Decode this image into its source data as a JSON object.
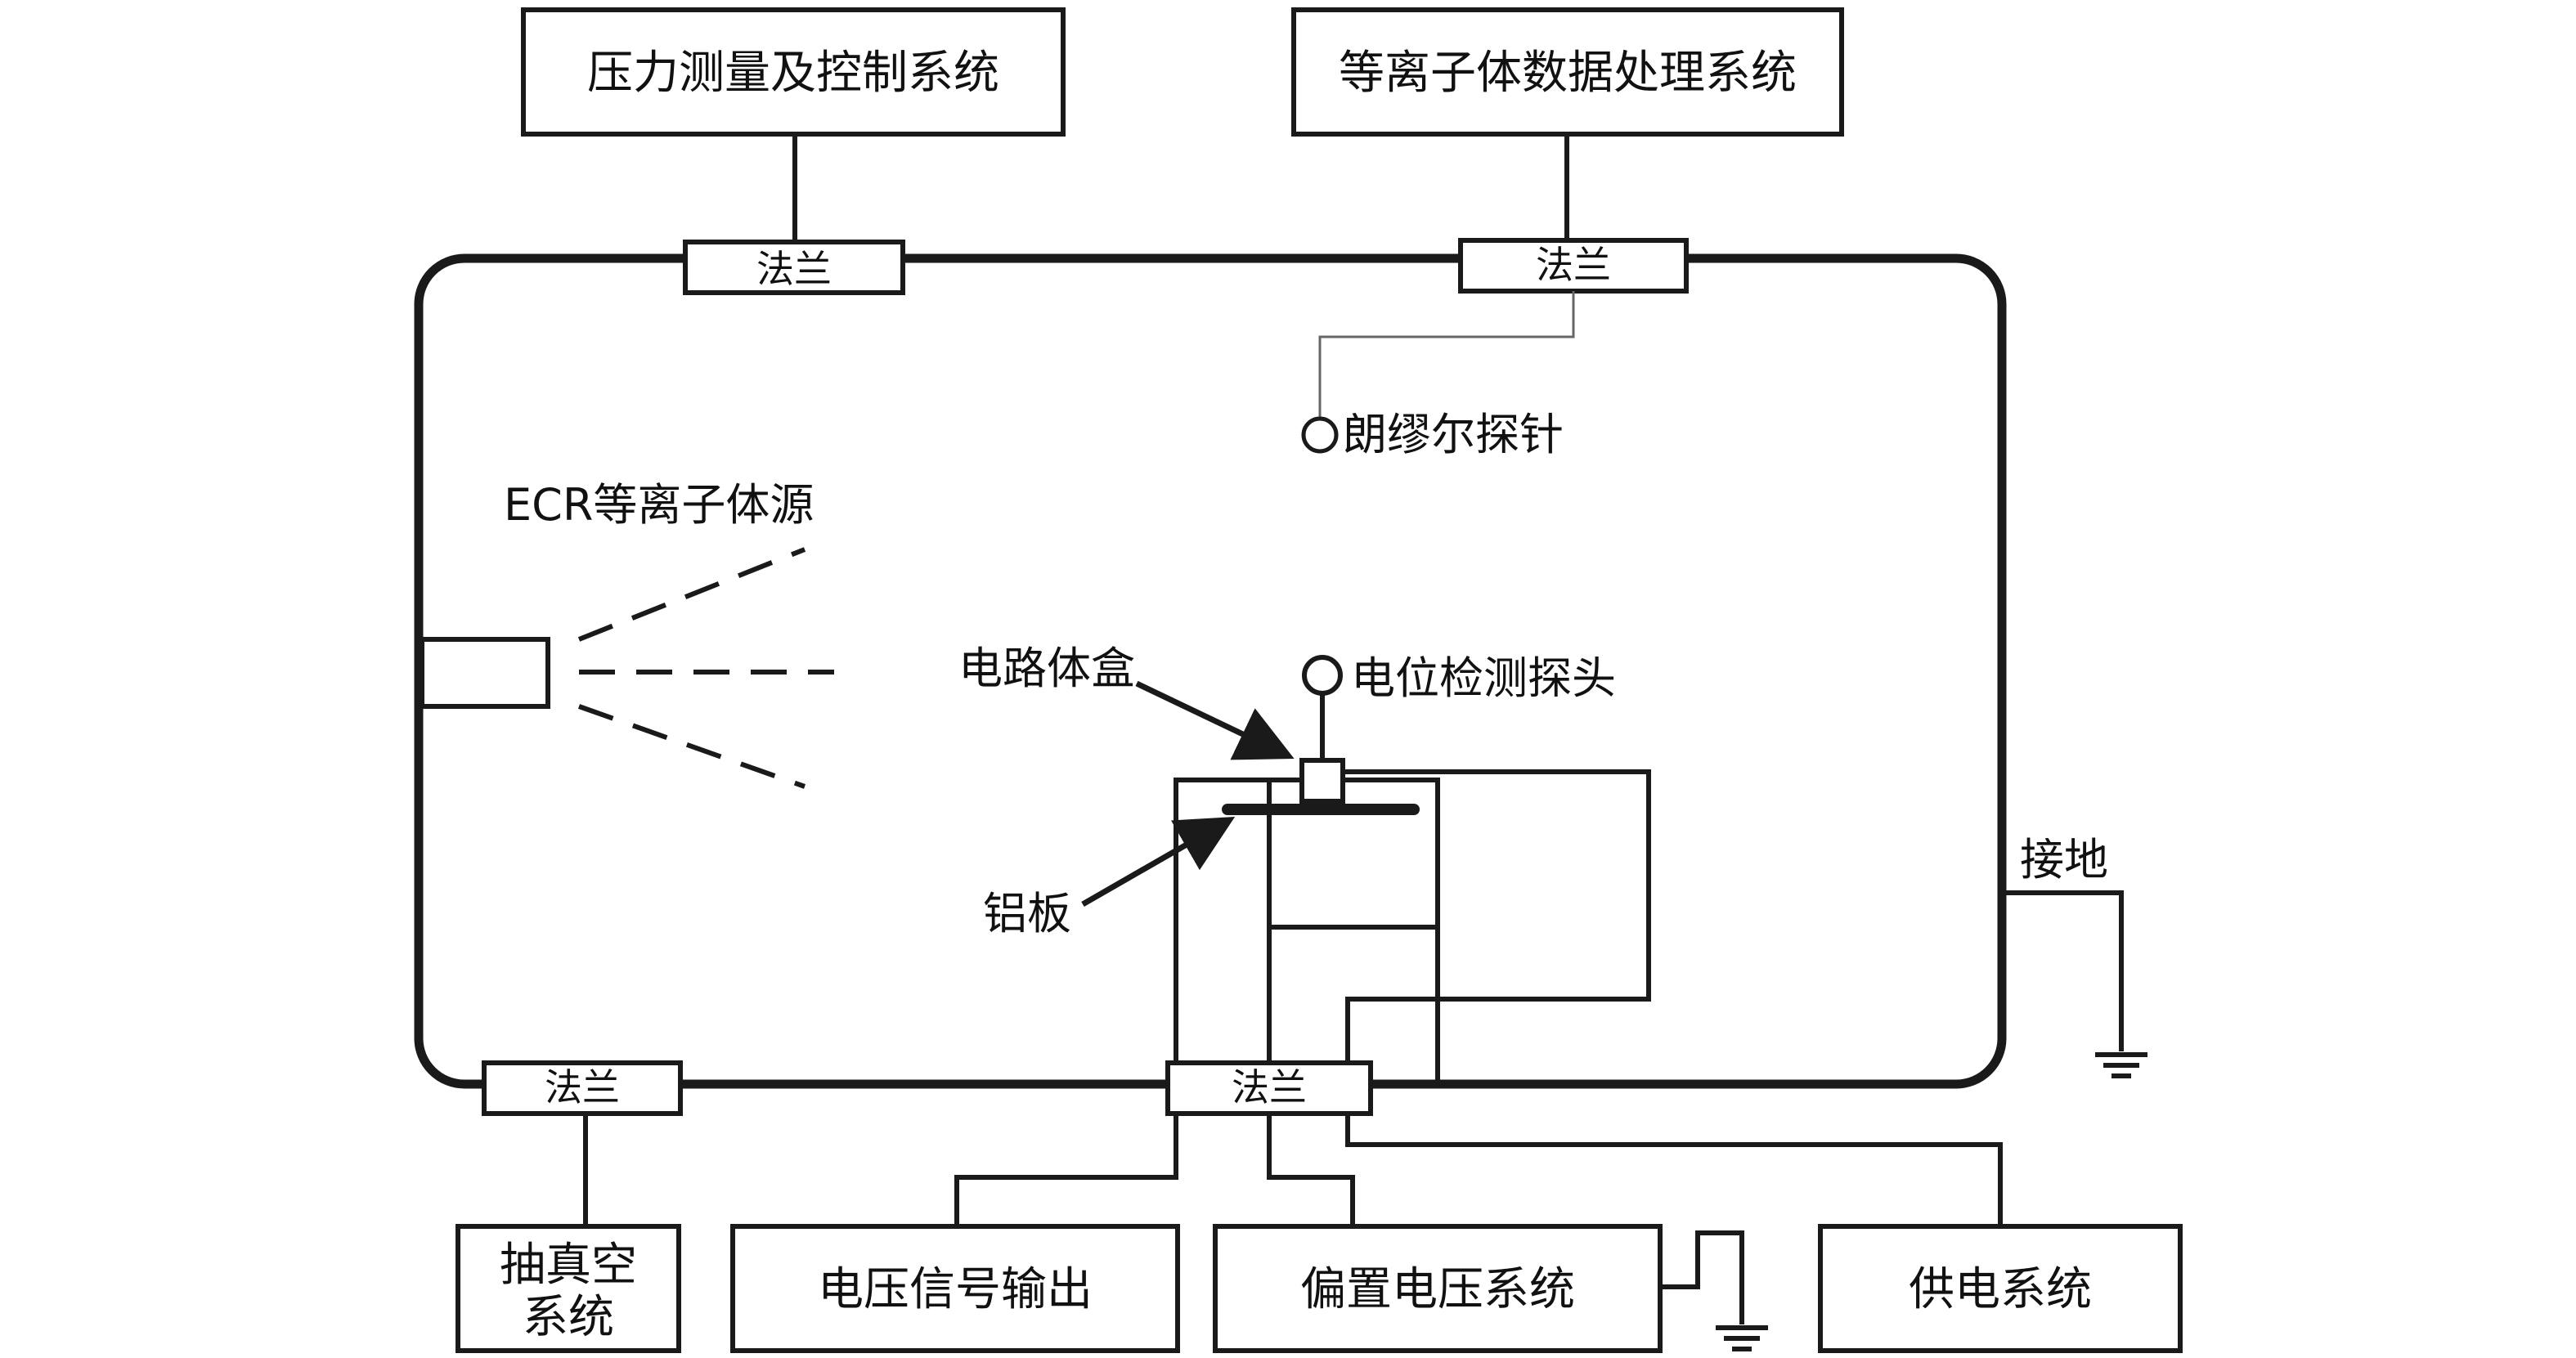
{
  "systems": {
    "pressure": "压力测量及控制系统",
    "plasma_data": "等离子体数据处理系统",
    "vacuum_line1": "抽真空",
    "vacuum_line2": "系统",
    "voltage_output": "电压信号输出",
    "bias_voltage": "偏置电压系统",
    "power_supply": "供电系统"
  },
  "flanges": {
    "top_left": "法兰",
    "top_right": "法兰",
    "bottom_left": "法兰",
    "bottom_center": "法兰"
  },
  "components": {
    "langmuir_probe": "朗缪尔探针",
    "ecr_source": "ECR等离子体源",
    "circuit_box": "电路体盒",
    "potential_probe": "电位检测探头",
    "aluminum_plate": "铝板",
    "ground": "接地"
  }
}
